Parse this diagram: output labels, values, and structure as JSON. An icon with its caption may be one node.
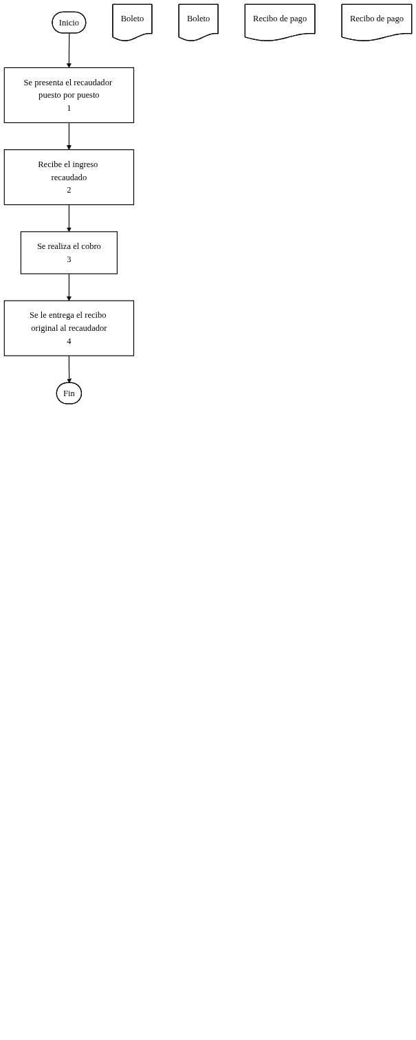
{
  "diagram": {
    "nodes": [
      {
        "text": [
          "Inicio"
        ]
      },
      {
        "text": [
          "Se presenta el recaudador puesto por puesto",
          "1"
        ]
      },
      {
        "text": [
          "Boleto"
        ]
      },
      {
        "text": [
          "Recibe el ingreso recaudado",
          "2"
        ]
      },
      {
        "text": [
          "Boleto"
        ]
      },
      {
        "text": [
          "Se realiza el cobro",
          "3"
        ]
      },
      {
        "text": [
          "Recibo de pago"
        ]
      },
      {
        "text": [
          "Se le entrega el recibo original al recaudador",
          "4"
        ]
      },
      {
        "text": [
          "Recibo de pago"
        ]
      },
      {
        "text": [
          "Fin"
        ]
      }
    ],
    "edges": [
      {
        "from": 0,
        "to": 1,
        "arrow": "to"
      },
      {
        "from": 1,
        "to": 3,
        "arrow": "to"
      },
      {
        "from": 3,
        "to": 5,
        "arrow": "to"
      },
      {
        "from": 5,
        "to": 7,
        "arrow": "to"
      },
      {
        "from": 7,
        "to": 9,
        "arrow": "to"
      }
    ]
  }
}
